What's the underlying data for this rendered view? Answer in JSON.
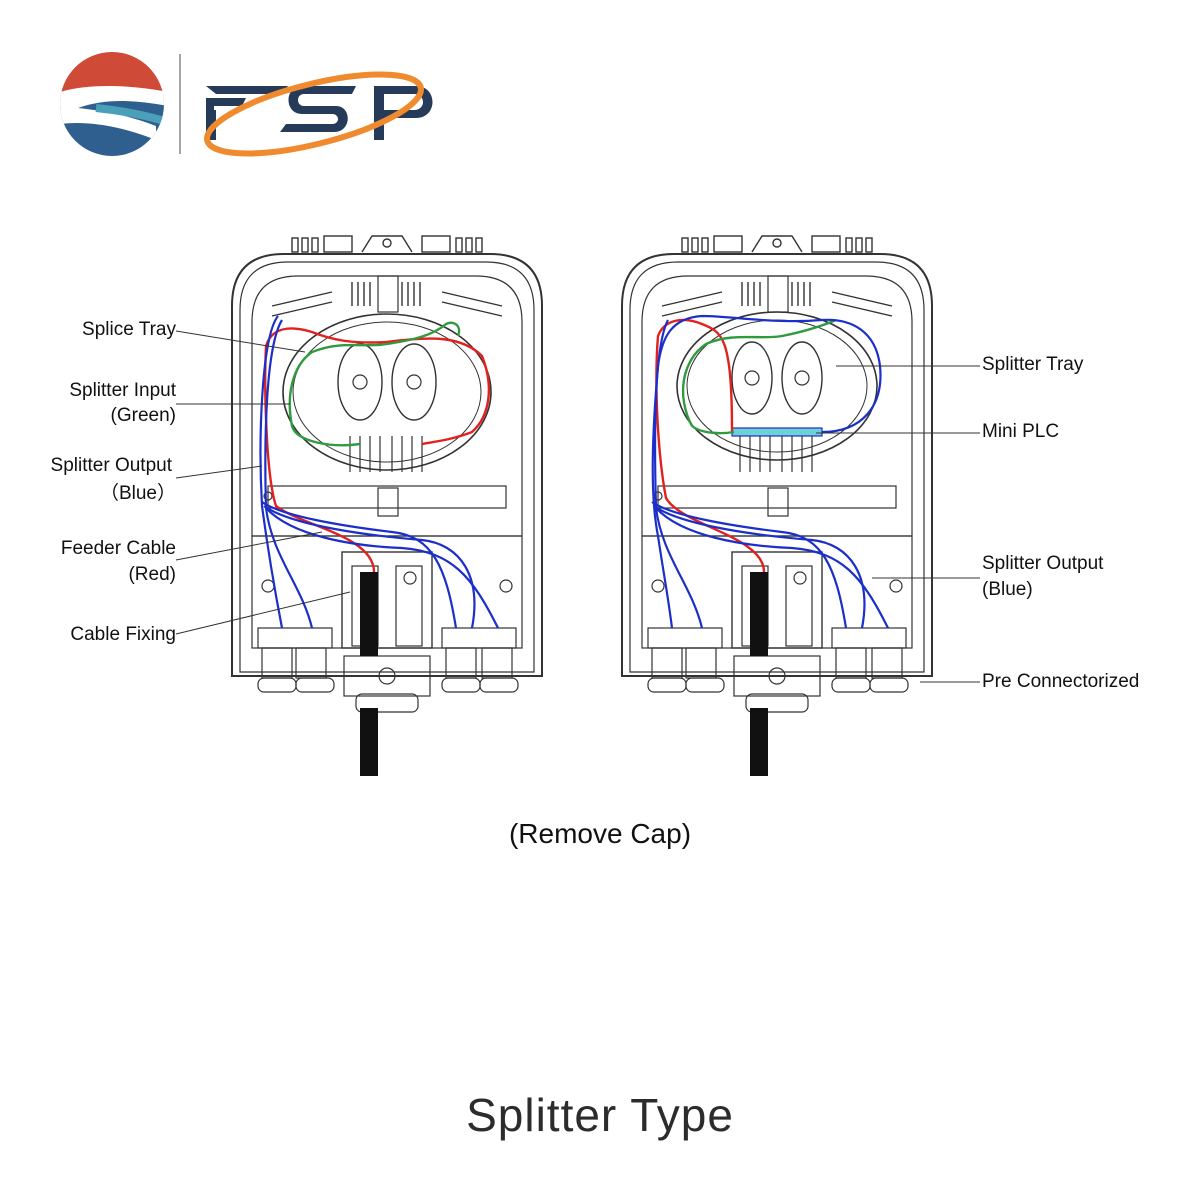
{
  "brand": {
    "logo_text": "FSP"
  },
  "colors": {
    "feeder": "#e0211d",
    "input": "#2f9a3e",
    "output": "#1c2fc8",
    "outline": "#333333",
    "mini_plc": "#6fd0d8",
    "logo_red": "#cf4a37",
    "logo_blue": "#2f5f8e",
    "logo_orange": "#f08a2e",
    "logo_navy": "#263b5a"
  },
  "left_labels": {
    "splice_tray": "Splice Tray",
    "splitter_input": [
      "Splitter Input",
      "(Green)"
    ],
    "splitter_output": [
      "Splitter Output",
      "（Blue）"
    ],
    "feeder_cable": [
      "Feeder Cable",
      "(Red)"
    ],
    "cable_fixing": "Cable Fixing"
  },
  "right_labels": {
    "splitter_tray": "Splitter Tray",
    "mini_plc": "Mini PLC",
    "splitter_output": [
      "Splitter Output",
      "(Blue)"
    ],
    "pre_connectorized": "Pre Connectorized"
  },
  "caption": "(Remove Cap)",
  "title": "Splitter Type"
}
